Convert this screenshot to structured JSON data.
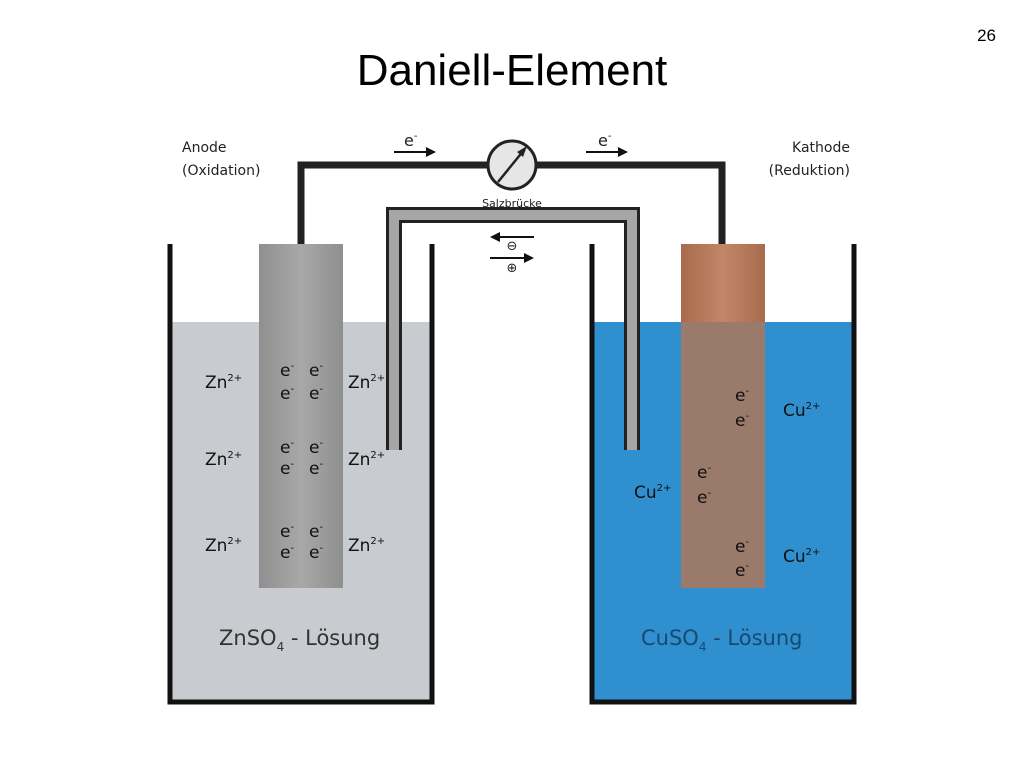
{
  "slide": {
    "number": "26",
    "title": "Daniell-Element"
  },
  "diagram": {
    "anode": {
      "line1": "Anode",
      "line2": "(Oxidation)"
    },
    "cathode": {
      "line1": "Kathode",
      "line2": "(Reduktion)"
    },
    "salt_bridge": "Salzbrücke",
    "electron": "e",
    "minus": "-",
    "minus_sign": "⊖",
    "plus_sign": "⊕",
    "zn_ion": {
      "base": "Zn",
      "charge": "2+"
    },
    "cu_ion": {
      "base": "Cu",
      "charge": "2+"
    },
    "left_solution": {
      "a": "ZnSO",
      "sub": "4",
      "b": " - Lösung"
    },
    "right_solution": {
      "a": "CuSO",
      "sub": "4",
      "b": " - Lösung"
    },
    "colors": {
      "zn_solution": "#c8ccd0",
      "cu_solution": "#2f8fcf",
      "zn_electrode": "#9c9c9c",
      "cu_electrode": "#b97a58",
      "wire": "#222222",
      "bridge": "#9a9a9a"
    }
  }
}
